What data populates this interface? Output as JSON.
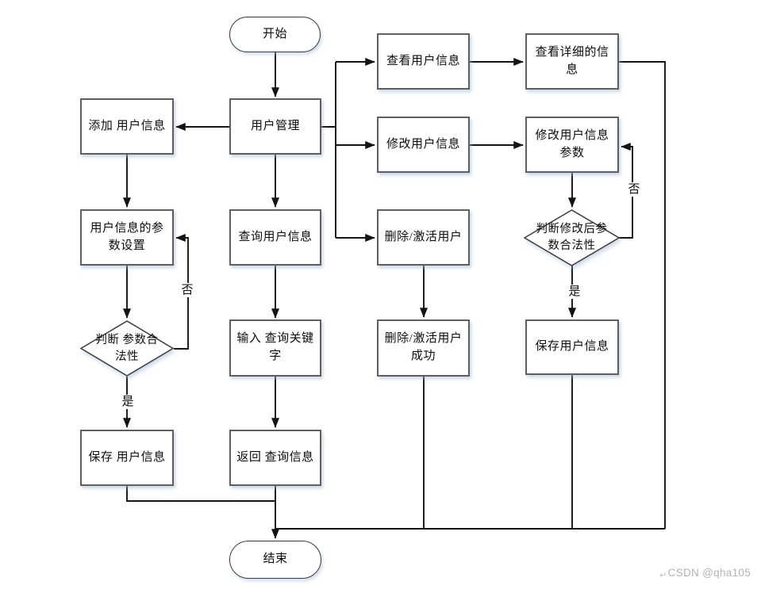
{
  "nodes": {
    "start": {
      "label": "开始"
    },
    "user_mgmt": {
      "label": "用户管理"
    },
    "add_user": {
      "label": "添加 用户信息"
    },
    "param_setting": {
      "label": "用户信息的参\n数设置"
    },
    "check_param": {
      "label": "判断 参数合\n法性"
    },
    "save_left": {
      "label": "保存 用户信息"
    },
    "query_user": {
      "label": "查询用户信息"
    },
    "input_keyword": {
      "label": "输入 查询关键\n字"
    },
    "return_query": {
      "label": "返回 查询信息"
    },
    "view_user": {
      "label": "查看用户信息"
    },
    "view_detail": {
      "label": "查看详细的信\n息"
    },
    "modify_user": {
      "label": "修改用户信息"
    },
    "modify_param": {
      "label": "修改用户信息\n参数"
    },
    "check_modify": {
      "label": "判断修改后参\n数合法性"
    },
    "save_right": {
      "label": "保存用户信息"
    },
    "del_user": {
      "label": "删除/激活用户"
    },
    "del_success": {
      "label": "删除/激活用户\n成功"
    },
    "end": {
      "label": "结束"
    }
  },
  "edge_labels": {
    "no_left": "否",
    "yes_left": "是",
    "no_right": "否",
    "yes_right": "是"
  },
  "colors": {
    "line": "#141414",
    "box_border": "#5f5f5f",
    "shadow": "rgba(154,180,211,0.55)",
    "watermark": "#b3b3b3"
  },
  "watermark": {
    "return_glyph": "↵",
    "text": "CSDN @qha105"
  }
}
